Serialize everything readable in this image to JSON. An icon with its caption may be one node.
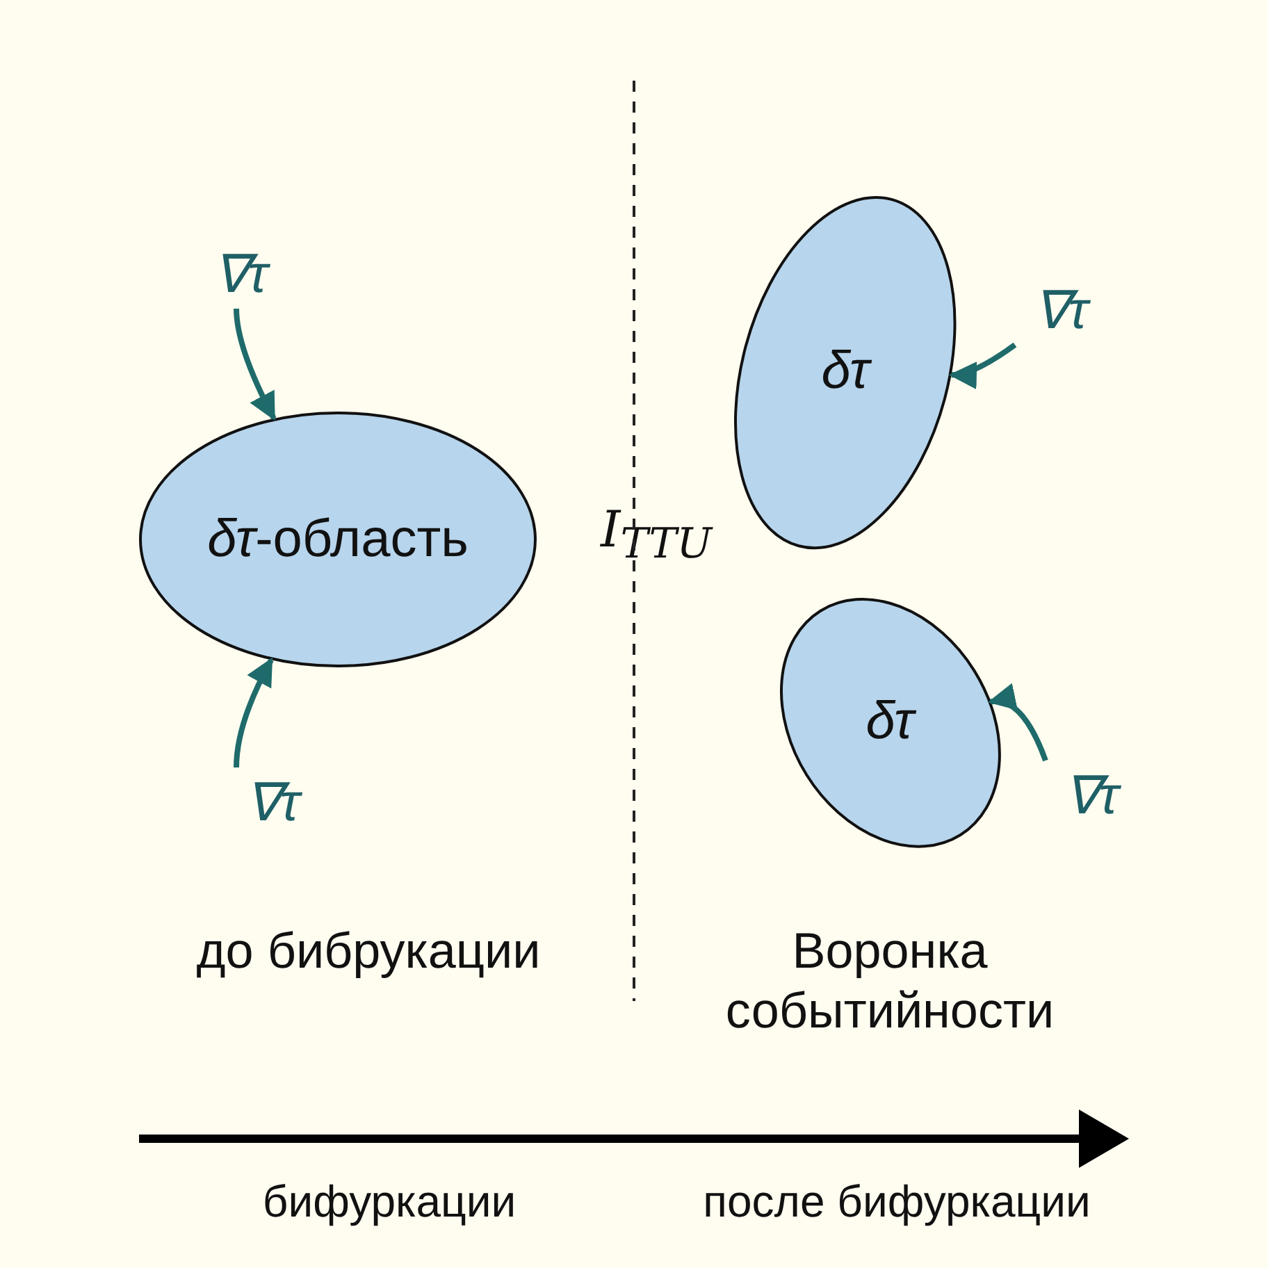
{
  "diagram": {
    "nodes": [
      {
        "text": [
          "*δτ*-область"
        ]
      },
      {
        "text": [
          "*δτ*"
        ]
      },
      {
        "text": [
          "*δτ*"
        ]
      },
      {
        "text": [
          "*∇τ*"
        ]
      },
      {
        "text": [
          "*∇τ*"
        ]
      },
      {
        "text": [
          "*∇τ*"
        ]
      },
      {
        "text": [
          "*∇τ*"
        ]
      }
    ],
    "edges": [
      {
        "from": 3,
        "to": 0,
        "arrow": "to"
      },
      {
        "from": 4,
        "to": 0,
        "arrow": "to"
      },
      {
        "from": 5,
        "to": 1,
        "arrow": "to"
      },
      {
        "from": 6,
        "to": 2,
        "arrow": "to"
      }
    ],
    "labels": [
      "*I*$_{TTU}$",
      "до бибрукации",
      "Воронка событийности",
      "бифуркации",
      "после бифуркации"
    ]
  }
}
